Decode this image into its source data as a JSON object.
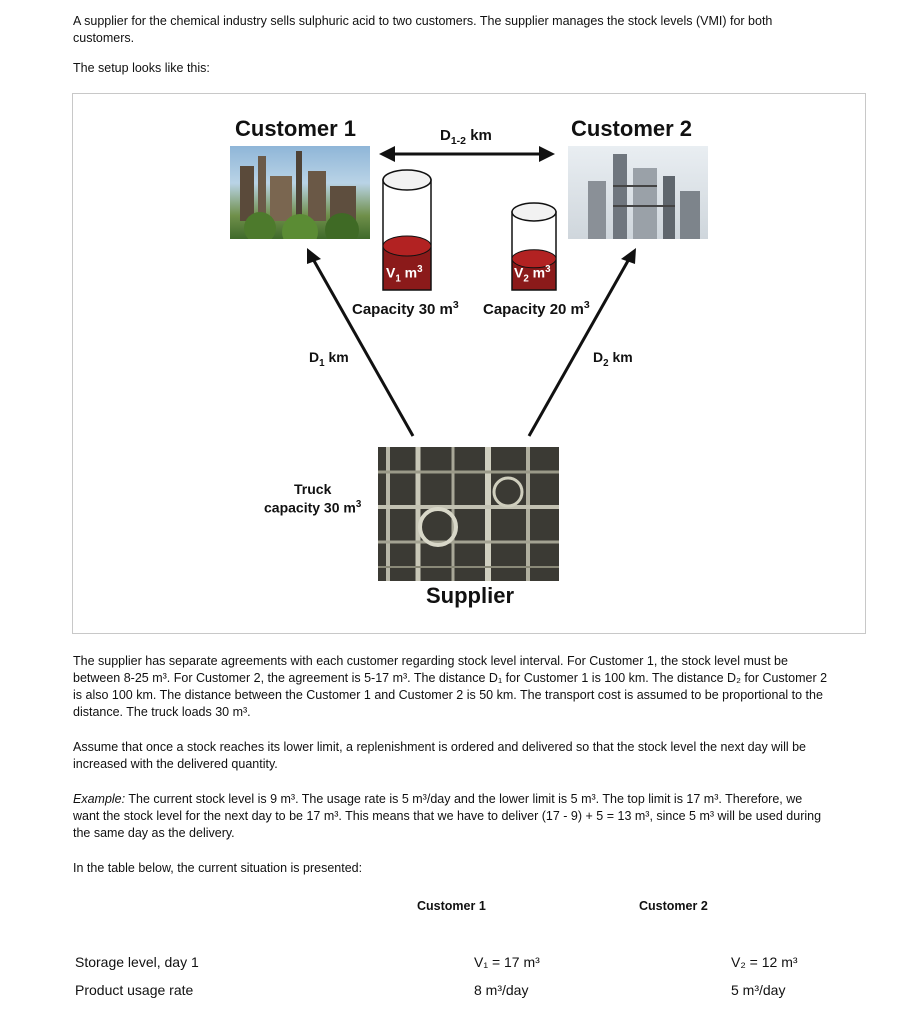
{
  "intro": {
    "line1": "A supplier for the chemical industry sells sulphuric acid to two customers. The supplier manages the stock levels (VMI) for both",
    "line2": "customers.",
    "setup": "The setup looks like this:"
  },
  "figure": {
    "customer1": "Customer 1",
    "customer2": "Customer 2",
    "d12": "D",
    "d12_sub": "1-2",
    "d12_unit": " km",
    "v1": "V",
    "v1_sub": "1",
    "v1_unit": " m",
    "v2": "V",
    "v2_sub": "2",
    "v2_unit": " m",
    "cap1": "Capacity 30 m",
    "cap2": "Capacity 20 m",
    "d1": "D",
    "d1_sub": "1",
    "d1_unit": " km",
    "d2": "D",
    "d2_sub": "2",
    "d2_unit": " km",
    "truck1": "Truck",
    "truck2": "capacity 30 m",
    "supplier": "Supplier",
    "cube": "3",
    "tank1_level": 0.4,
    "tank2_level": 0.4
  },
  "body": {
    "p1": [
      "The supplier has separate agreements with each customer regarding stock level interval. For Customer 1, the stock level must be",
      "between 8-25 m³. For Customer 2, the agreement is 5-17 m³. The distance D₁ for Customer 1 is 100 km. The distance D₂ for Customer 2",
      "is also 100 km. The distance between the Customer 1 and Customer 2 is 50 km. The transport cost is assumed to be proportional to the",
      "distance. The truck loads 30 m³."
    ],
    "p2": [
      "Assume that once a stock reaches its lower limit, a replenishment is ordered and delivered so that the stock level the next day will be",
      "increased with the delivered quantity."
    ],
    "example_label": "Example:",
    "p3": [
      " The current stock level is 9 m³. The usage rate is 5 m³/day and the lower limit is 5 m³. The top limit is 17 m³. Therefore, we",
      "want the stock level for the next day to be 17 m³. This means that we have to deliver (17 - 9) + 5 = 13 m³, since 5 m³ will be used during",
      "the same day as the delivery."
    ],
    "p4": "In the table below, the current situation is presented:"
  },
  "table": {
    "headers": [
      "Customer 1",
      "Customer 2"
    ],
    "rows": [
      {
        "label": "Storage level, day 1",
        "c1": "V₁ = 17 m³",
        "c2": "V₂ = 12 m³"
      },
      {
        "label": "Product usage rate",
        "c1": "8 m³/day",
        "c2": "5 m³/day"
      }
    ]
  }
}
